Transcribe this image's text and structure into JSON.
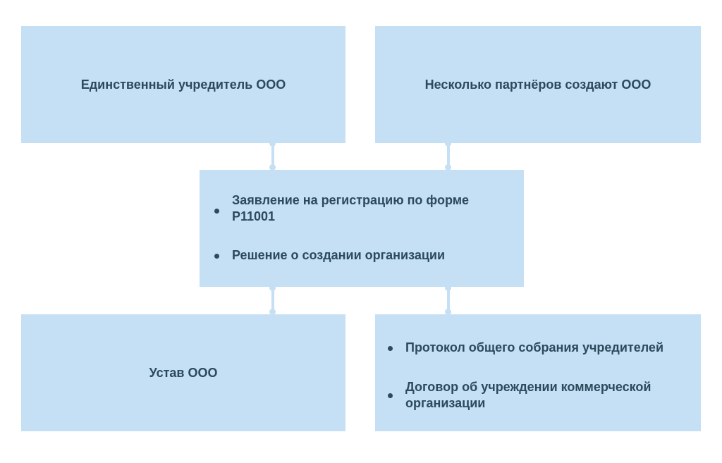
{
  "diagram": {
    "top_left": {
      "label": "Единственный учредитель ООО"
    },
    "top_right": {
      "label": "Несколько партнёров создают ООО"
    },
    "middle": {
      "items": [
        "Заявление на регистрацию по форме Р11001",
        "Решение о создании организации"
      ]
    },
    "bottom_left": {
      "label": "Устав ООО"
    },
    "bottom_right": {
      "items": [
        "Протокол общего собрания учредителей",
        "Договор об учреждении коммерческой организации"
      ]
    },
    "colors": {
      "box_fill": "#c5dff4",
      "text": "#2b4a5c",
      "background": "#ffffff"
    }
  }
}
